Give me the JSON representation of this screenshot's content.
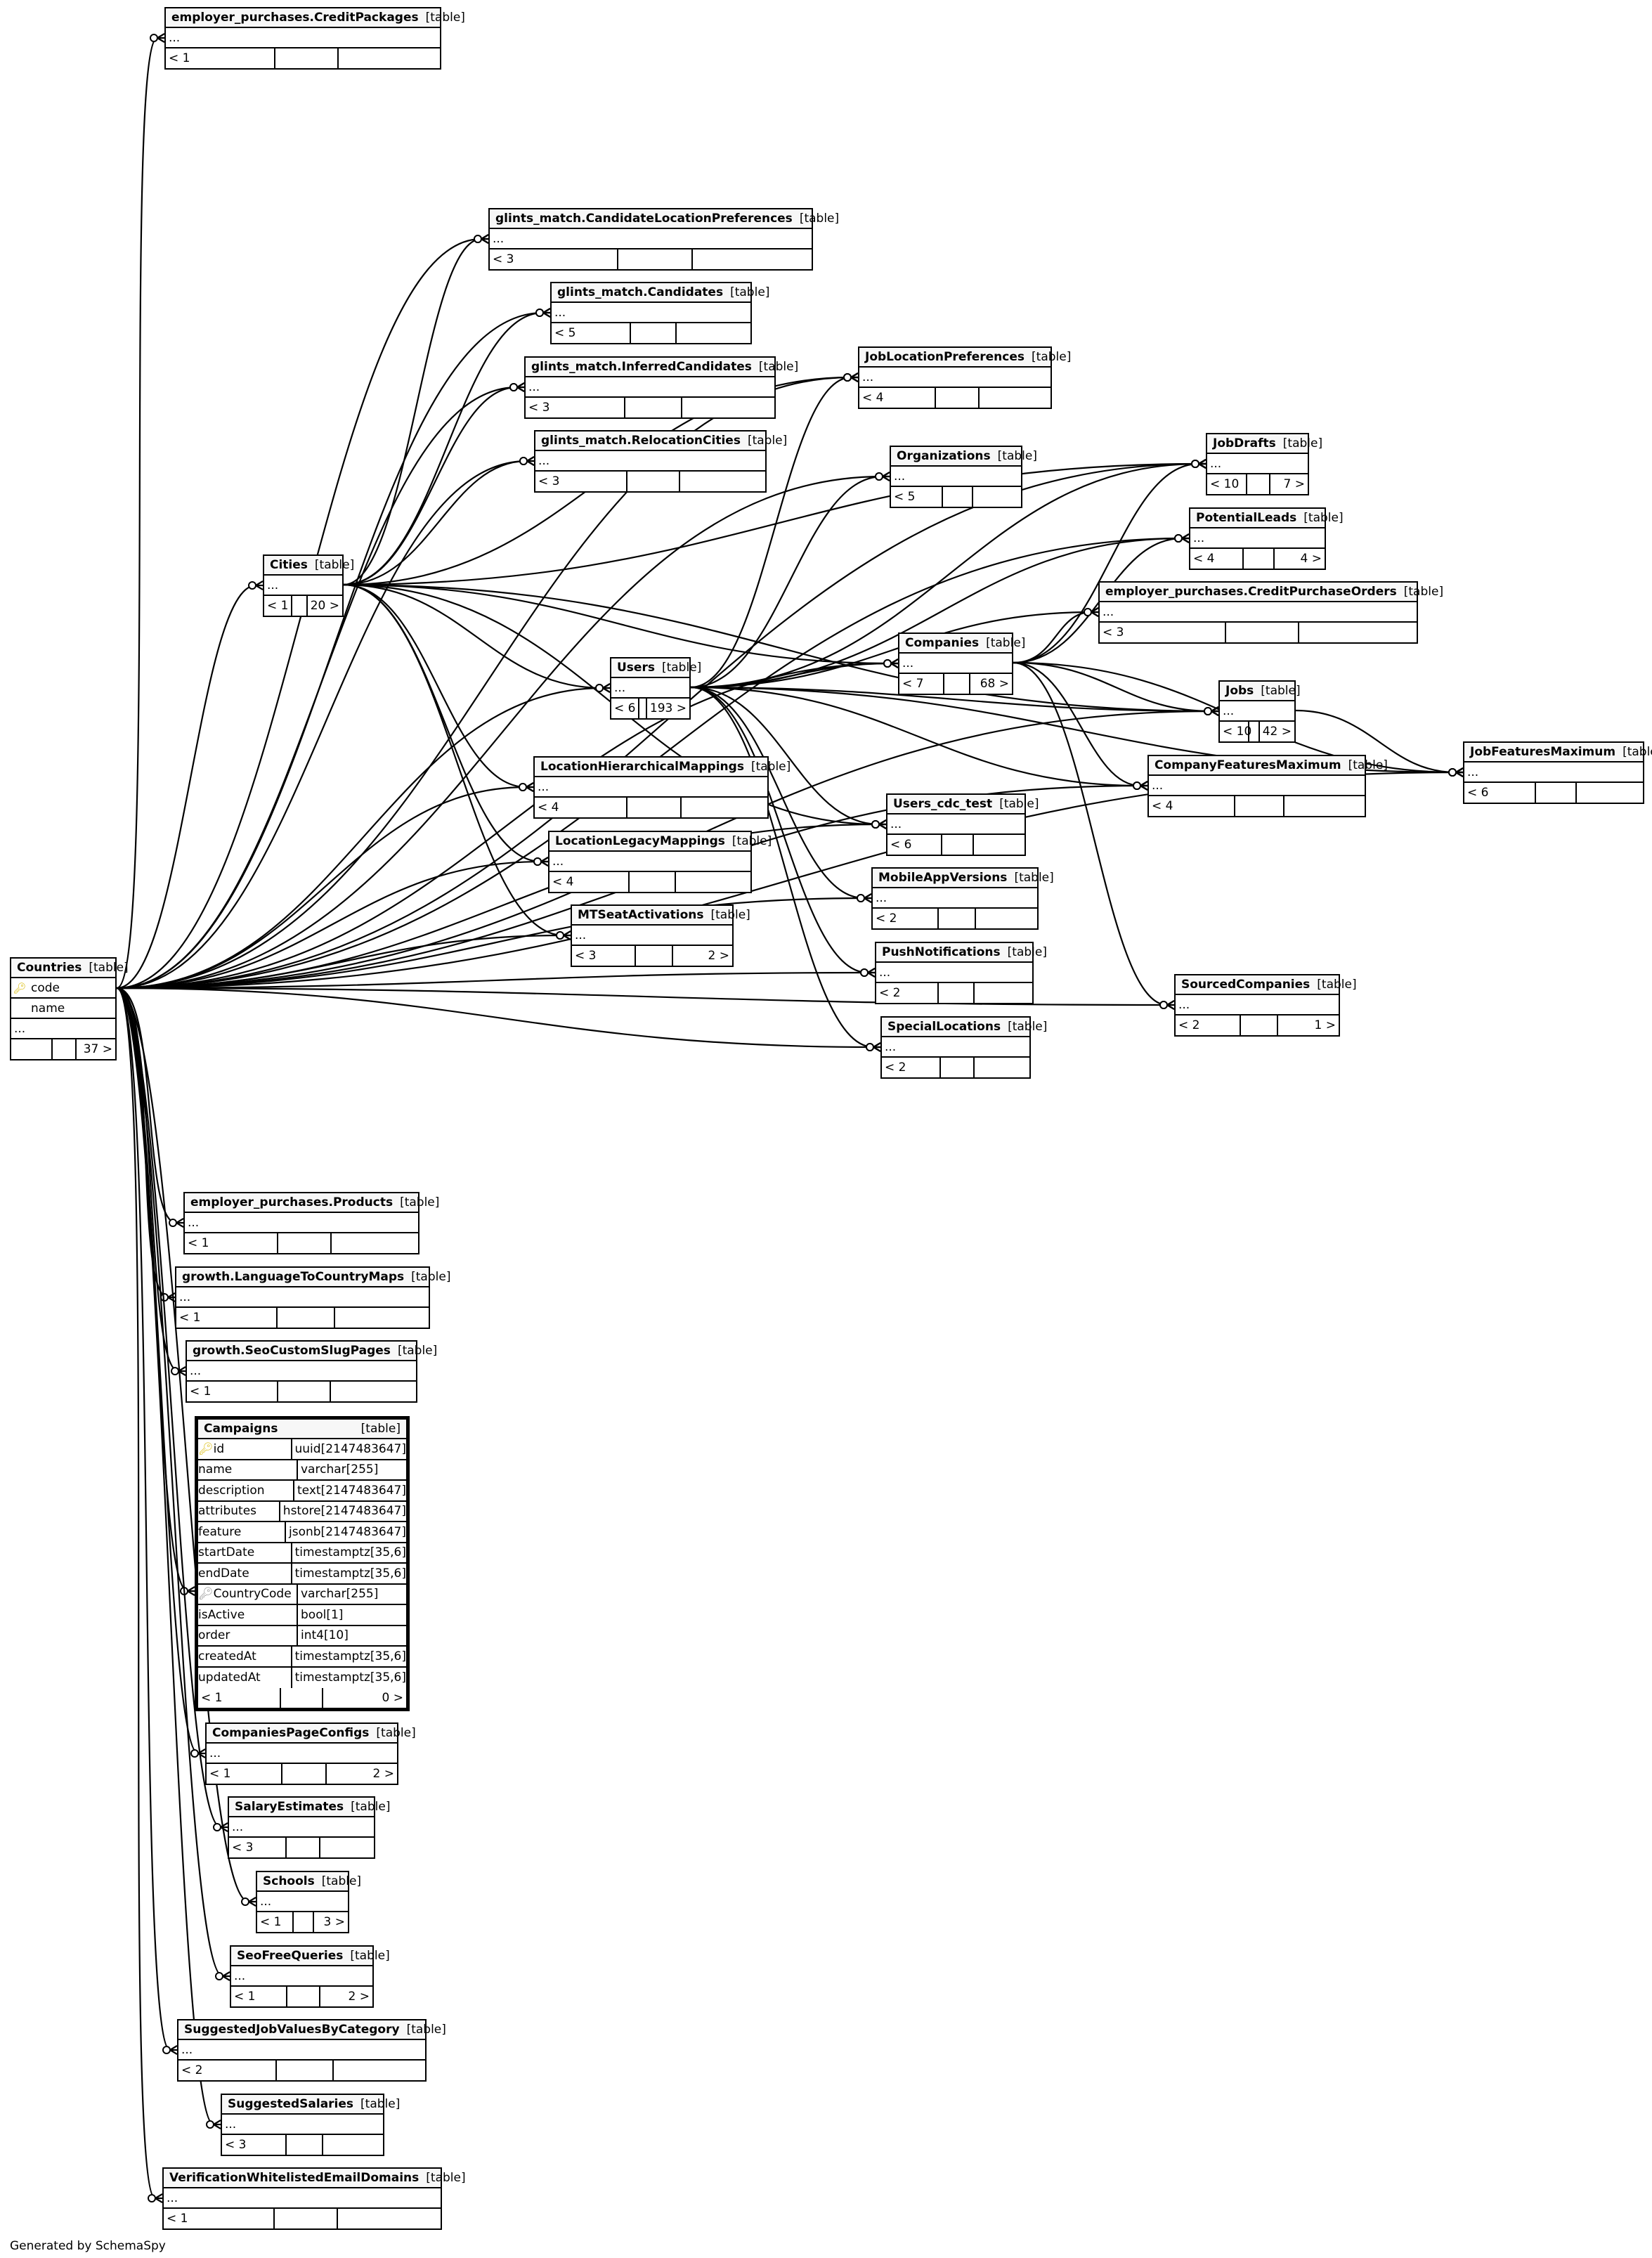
{
  "title": "Countries",
  "footer": "Generated by SchemaSpy",
  "table_type_label": "[table]",
  "icons": {
    "primary_key": "key-icon",
    "foreign_key": "foreign-key-icon"
  },
  "focus_table": {
    "name": "Campaigns",
    "type": "[table]",
    "columns": [
      {
        "name": "id",
        "type": "uuid[2147483647]",
        "key": "pk"
      },
      {
        "name": "name",
        "type": "varchar[255]",
        "key": ""
      },
      {
        "name": "description",
        "type": "text[2147483647]",
        "key": ""
      },
      {
        "name": "attributes",
        "type": "hstore[2147483647]",
        "key": ""
      },
      {
        "name": "feature",
        "type": "jsonb[2147483647]",
        "key": ""
      },
      {
        "name": "startDate",
        "type": "timestamptz[35,6]",
        "key": ""
      },
      {
        "name": "endDate",
        "type": "timestamptz[35,6]",
        "key": ""
      },
      {
        "name": "CountryCode",
        "type": "varchar[255]",
        "key": "fk"
      },
      {
        "name": "isActive",
        "type": "bool[1]",
        "key": ""
      },
      {
        "name": "order",
        "type": "int4[10]",
        "key": ""
      },
      {
        "name": "createdAt",
        "type": "timestamptz[35,6]",
        "key": ""
      },
      {
        "name": "updatedAt",
        "type": "timestamptz[35,6]",
        "key": ""
      }
    ],
    "footer": {
      "parents": "< 1",
      "children": "0 >"
    }
  },
  "countries": {
    "name": "Countries",
    "type": "[table]",
    "columns": [
      {
        "name": "code",
        "key": "pk"
      },
      {
        "name": "name",
        "key": ""
      }
    ],
    "ellipsis": "...",
    "footer": {
      "parents": "",
      "children": "37 >"
    }
  },
  "tables": [
    {
      "id": "creditpackages",
      "name": "employer_purchases.CreditPackages",
      "parents": "< 1",
      "children": ""
    },
    {
      "id": "candlocpref",
      "name": "glints_match.CandidateLocationPreferences",
      "parents": "< 3",
      "children": ""
    },
    {
      "id": "candidates",
      "name": "glints_match.Candidates",
      "parents": "< 5",
      "children": ""
    },
    {
      "id": "inferred",
      "name": "glints_match.InferredCandidates",
      "parents": "< 3",
      "children": ""
    },
    {
      "id": "relocation",
      "name": "glints_match.RelocationCities",
      "parents": "< 3",
      "children": ""
    },
    {
      "id": "cities",
      "name": "Cities",
      "parents": "< 1",
      "children": "20 >"
    },
    {
      "id": "users",
      "name": "Users",
      "parents": "< 6",
      "children": "193 >"
    },
    {
      "id": "lochier",
      "name": "LocationHierarchicalMappings",
      "parents": "< 4",
      "children": ""
    },
    {
      "id": "loclegacy",
      "name": "LocationLegacyMappings",
      "parents": "< 4",
      "children": ""
    },
    {
      "id": "mtseat",
      "name": "MTSeatActivations",
      "parents": "< 3",
      "children": "2 >"
    },
    {
      "id": "joblocpref",
      "name": "JobLocationPreferences",
      "parents": "< 4",
      "children": ""
    },
    {
      "id": "orgs",
      "name": "Organizations",
      "parents": "< 5",
      "children": ""
    },
    {
      "id": "companies",
      "name": "Companies",
      "parents": "< 7",
      "children": "68 >"
    },
    {
      "id": "userscdc",
      "name": "Users_cdc_test",
      "parents": "< 6",
      "children": ""
    },
    {
      "id": "mobile",
      "name": "MobileAppVersions",
      "parents": "< 2",
      "children": ""
    },
    {
      "id": "push",
      "name": "PushNotifications",
      "parents": "< 2",
      "children": ""
    },
    {
      "id": "special",
      "name": "SpecialLocations",
      "parents": "< 2",
      "children": ""
    },
    {
      "id": "jobdrafts",
      "name": "JobDrafts",
      "parents": "< 10",
      "children": "7 >"
    },
    {
      "id": "leads",
      "name": "PotentialLeads",
      "parents": "< 4",
      "children": "4 >"
    },
    {
      "id": "cpo",
      "name": "employer_purchases.CreditPurchaseOrders",
      "parents": "< 3",
      "children": ""
    },
    {
      "id": "jobs",
      "name": "Jobs",
      "parents": "< 10",
      "children": "42 >"
    },
    {
      "id": "cfm",
      "name": "CompanyFeaturesMaximum",
      "parents": "< 4",
      "children": ""
    },
    {
      "id": "jfm",
      "name": "JobFeaturesMaximum",
      "parents": "< 6",
      "children": ""
    },
    {
      "id": "sourced",
      "name": "SourcedCompanies",
      "parents": "< 2",
      "children": "1 >"
    },
    {
      "id": "products",
      "name": "employer_purchases.Products",
      "parents": "< 1",
      "children": ""
    },
    {
      "id": "lang",
      "name": "growth.LanguageToCountryMaps",
      "parents": "< 1",
      "children": ""
    },
    {
      "id": "seoslug",
      "name": "growth.SeoCustomSlugPages",
      "parents": "< 1",
      "children": ""
    },
    {
      "id": "cpc",
      "name": "CompaniesPageConfigs",
      "parents": "< 1",
      "children": "2 >"
    },
    {
      "id": "salary",
      "name": "SalaryEstimates",
      "parents": "< 3",
      "children": ""
    },
    {
      "id": "schools",
      "name": "Schools",
      "parents": "< 1",
      "children": "3 >"
    },
    {
      "id": "seofree",
      "name": "SeoFreeQueries",
      "parents": "< 1",
      "children": "2 >"
    },
    {
      "id": "sjvbc",
      "name": "SuggestedJobValuesByCategory",
      "parents": "< 2",
      "children": ""
    },
    {
      "id": "sugsal",
      "name": "SuggestedSalaries",
      "parents": "< 3",
      "children": ""
    },
    {
      "id": "verif",
      "name": "VerificationWhitelistedEmailDomains",
      "parents": "< 1",
      "children": ""
    }
  ]
}
